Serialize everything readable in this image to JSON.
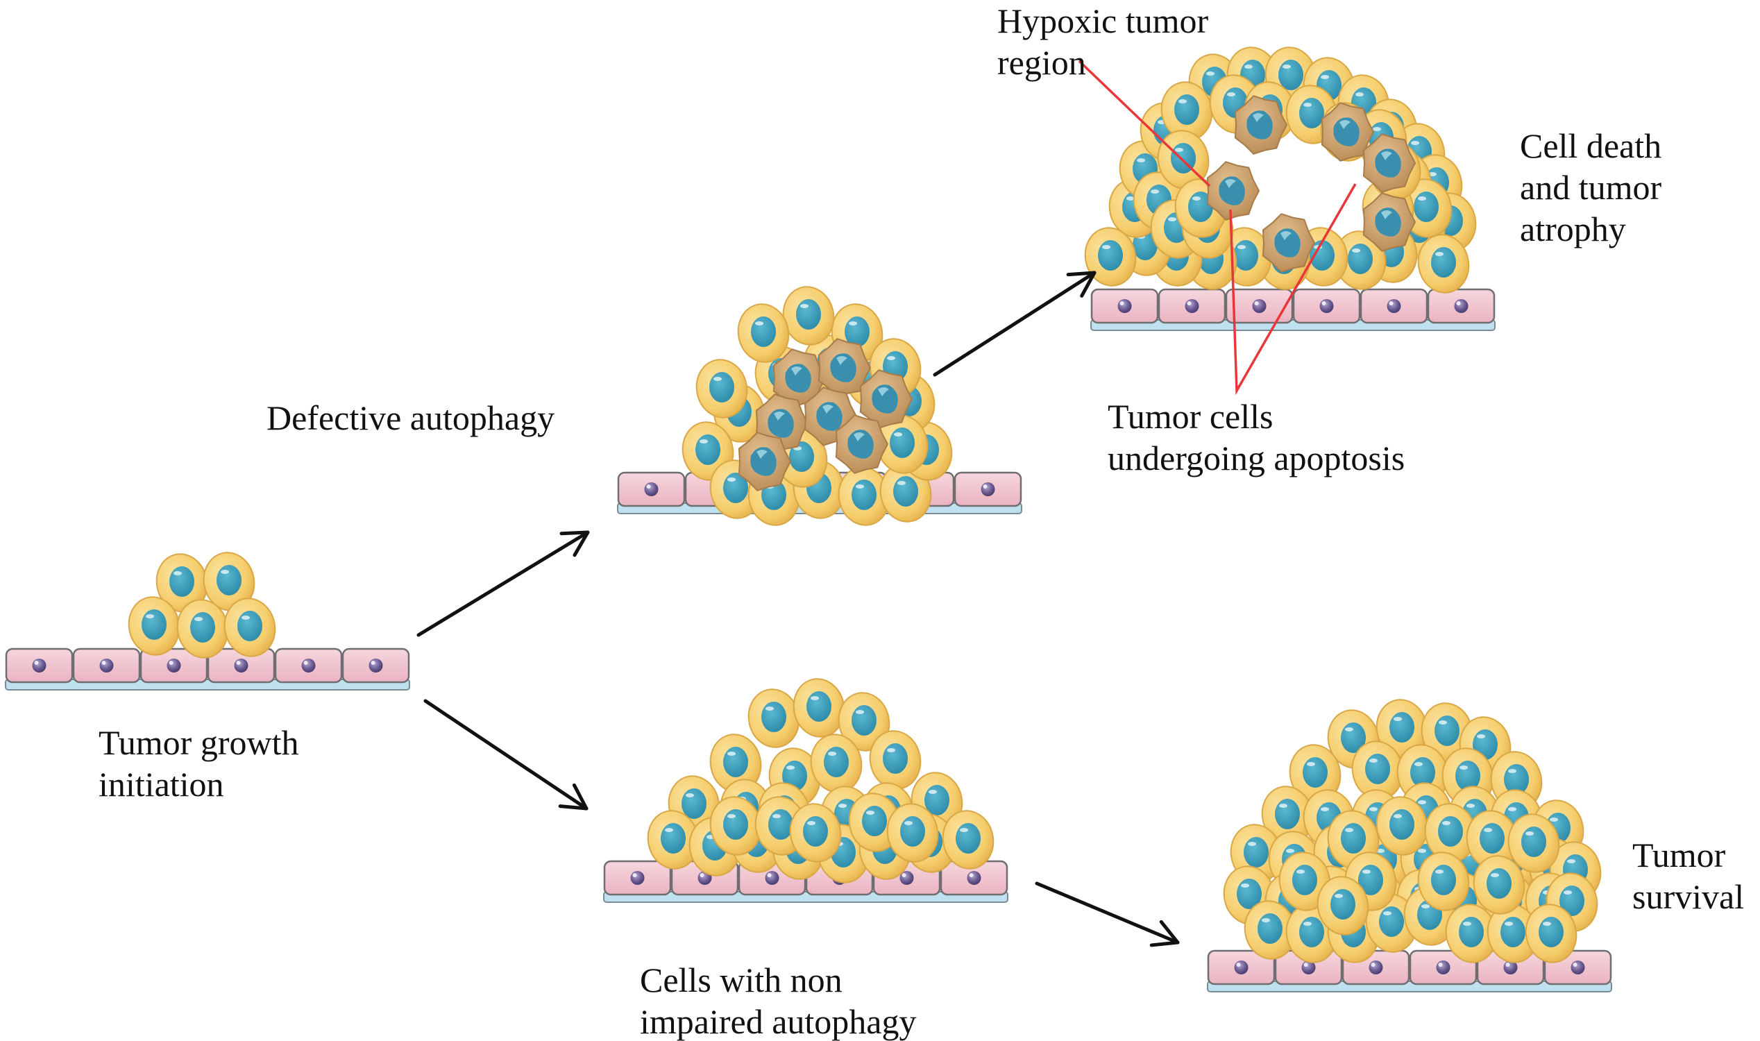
{
  "diagram": {
    "title": "Role of autophagy in tumor progression",
    "colors": {
      "tumor_cell_cytoplasm": "#f6cf72",
      "tumor_cell_nucleus": "#3a9fbb",
      "apoptotic_cell_cytoplasm": "#cfa66f",
      "apoptotic_cell_nucleus": "#3b8faf",
      "epithelial_cell": "#f2c6d0",
      "epithelial_nucleus": "#6b5c93",
      "basement_membrane": "#bfe1ef",
      "arrow": "#111111",
      "pointer_line": "#e8373a"
    },
    "stages": [
      {
        "id": "initiation",
        "label_lines": [
          "Tumor growth",
          "initiation"
        ],
        "tumor_cells": 5,
        "apoptotic_cells": 0
      },
      {
        "id": "defective",
        "label_lines": [
          "Defective autophagy"
        ],
        "tumor_cells": 19,
        "apoptotic_cells": 7
      },
      {
        "id": "atrophy",
        "label_lines": [
          "Cell death",
          "and tumor",
          "atrophy"
        ],
        "tumor_cells": 38,
        "apoptotic_cells": 6
      },
      {
        "id": "non-impaired",
        "label_lines": [
          "Cells with non",
          "impaired autophagy"
        ],
        "tumor_cells": 26,
        "apoptotic_cells": 0
      },
      {
        "id": "survival",
        "label_lines": [
          "Tumor",
          "survival"
        ],
        "tumor_cells": 52,
        "apoptotic_cells": 0
      }
    ],
    "annotations": {
      "hypoxic": [
        "Hypoxic tumor",
        "region"
      ],
      "apoptosis": [
        "Tumor cells",
        "undergoing apoptosis"
      ]
    },
    "arrows": [
      {
        "from": "initiation",
        "to": "defective"
      },
      {
        "from": "initiation",
        "to": "non-impaired"
      },
      {
        "from": "defective",
        "to": "atrophy"
      },
      {
        "from": "non-impaired",
        "to": "survival"
      }
    ]
  }
}
